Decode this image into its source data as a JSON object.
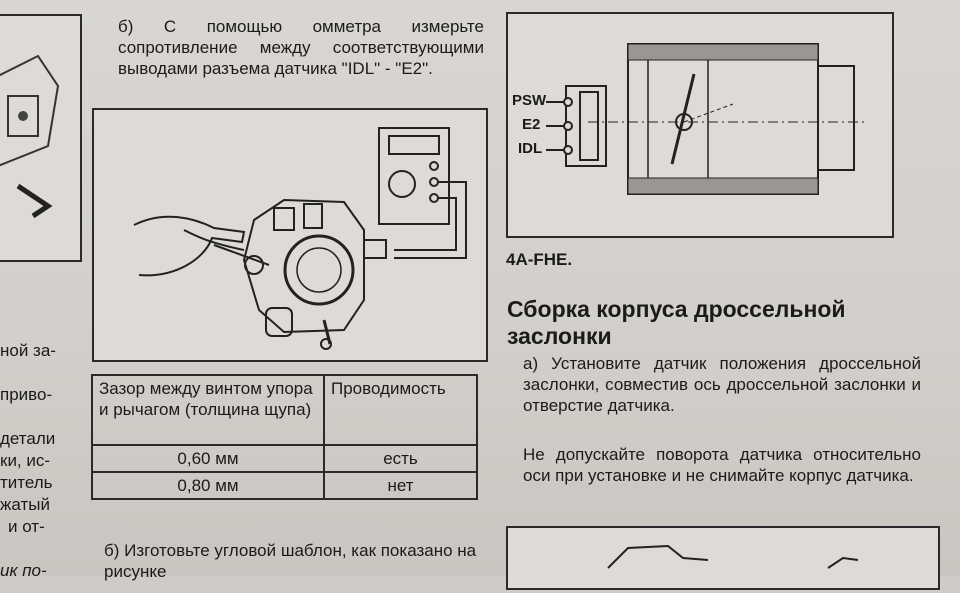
{
  "left_column": {
    "fragments": [
      "ной за-",
      "приво-",
      "детали",
      "ки, ис-",
      "титель",
      "жатый",
      "и от-",
      "ик по-"
    ]
  },
  "middle_column": {
    "step_b_text": "б) С помощью омметра измерьте сопротивление между соответствующими выводами разъема датчика \"IDL\" - \"E2\".",
    "table": {
      "headers": [
        "Зазор между винтом упора и рычагом (толщина щупа)",
        "Проводимость"
      ],
      "rows": [
        [
          "0,60 мм",
          "есть"
        ],
        [
          "0,80 мм",
          "нет"
        ]
      ]
    },
    "step_b2_text": "б) Изготовьте угловой шаблон, как показано на рисунке"
  },
  "right_column": {
    "diagram": {
      "terminals": [
        "PSW",
        "E2",
        "IDL"
      ]
    },
    "model_label": "4A-FHE.",
    "section_title": "Сборка корпуса дроссельной заслонки",
    "step_a_text": "а) Установите датчик положения дроссельной заслонки, совместив ось дроссельной заслонки и отверстие датчика.",
    "note_text": "Не допускайте поворота датчика относительно оси при установке и не снимайте корпус датчика."
  }
}
